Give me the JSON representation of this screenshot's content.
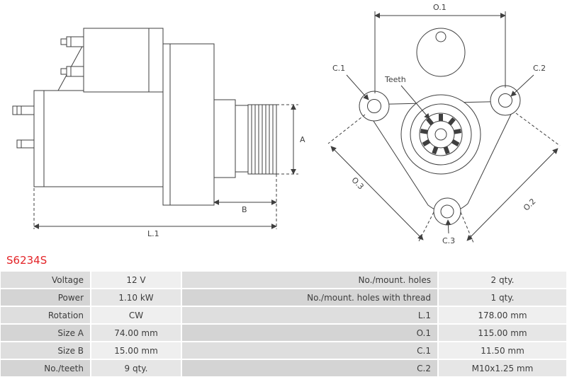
{
  "part_number": "S6234S",
  "accent_color": "#e32428",
  "line_color": "#3f3f3f",
  "drawing": {
    "side": {
      "dim_a": "A",
      "dim_b": "B",
      "dim_l1": "L.1"
    },
    "front": {
      "dim_o1": "O.1",
      "dim_o2": "O.2",
      "dim_o3": "O.3",
      "dim_c1": "C.1",
      "dim_c2": "C.2",
      "dim_c3": "C.3",
      "teeth_label": "Teeth"
    }
  },
  "table": {
    "rows": [
      {
        "l1": "Voltage",
        "v1": "12 V",
        "l2": "No./mount. holes",
        "v2": "2 qty."
      },
      {
        "l1": "Power",
        "v1": "1.10 kW",
        "l2": "No./mount. holes with thread",
        "v2": "1 qty."
      },
      {
        "l1": "Rotation",
        "v1": "CW",
        "l2": "L.1",
        "v2": "178.00 mm"
      },
      {
        "l1": "Size A",
        "v1": "74.00 mm",
        "l2": "O.1",
        "v2": "115.00 mm"
      },
      {
        "l1": "Size B",
        "v1": "15.00 mm",
        "l2": "C.1",
        "v2": "11.50 mm"
      },
      {
        "l1": "No./teeth",
        "v1": "9 qty.",
        "l2": "C.2",
        "v2": "M10x1.25 mm"
      }
    ]
  }
}
